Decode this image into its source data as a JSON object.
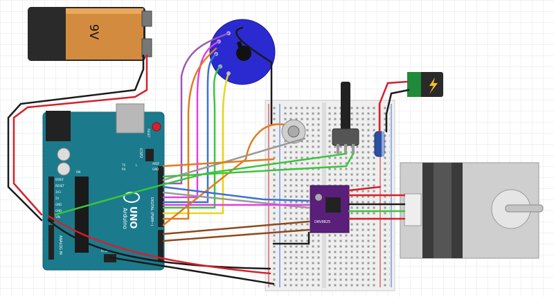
{
  "battery": {
    "label": "9V"
  },
  "arduino": {
    "brand_label": "Arduino",
    "model_label": "UNO",
    "header_labels": [
      "IOREF",
      "RESET",
      "3V3",
      "5V",
      "GND",
      "GND",
      "VIN"
    ],
    "analog_label": "ANALOG IN",
    "digital_label": "DIGITAL (PWM~)",
    "icsp_label": "ICSP",
    "icsp2_label": "ICSP2",
    "reset_label": "RESET",
    "aref_label": "AREF",
    "gnd_label": "GND",
    "tx_label": "TX",
    "rx_label": "RX",
    "l_label": "L",
    "on_label": "ON"
  },
  "driver": {
    "chip_label": "DRV8825"
  },
  "colors": {
    "wire_red": "#d6202a",
    "wire_black": "#1a1a1a",
    "wire_green": "#3cc43c",
    "wire_blue": "#3a6fd8",
    "wire_purple": "#9b59b6",
    "wire_yellow": "#e8d61c",
    "wire_orange": "#e07b1c",
    "wire_brown": "#8b4a1c",
    "wire_magenta": "#e040e0",
    "wire_gray": "#999999",
    "arduino_board": "#1b7a8c",
    "encoder_disc": "#2a2ad0",
    "driver_board": "#5a1f7a"
  }
}
